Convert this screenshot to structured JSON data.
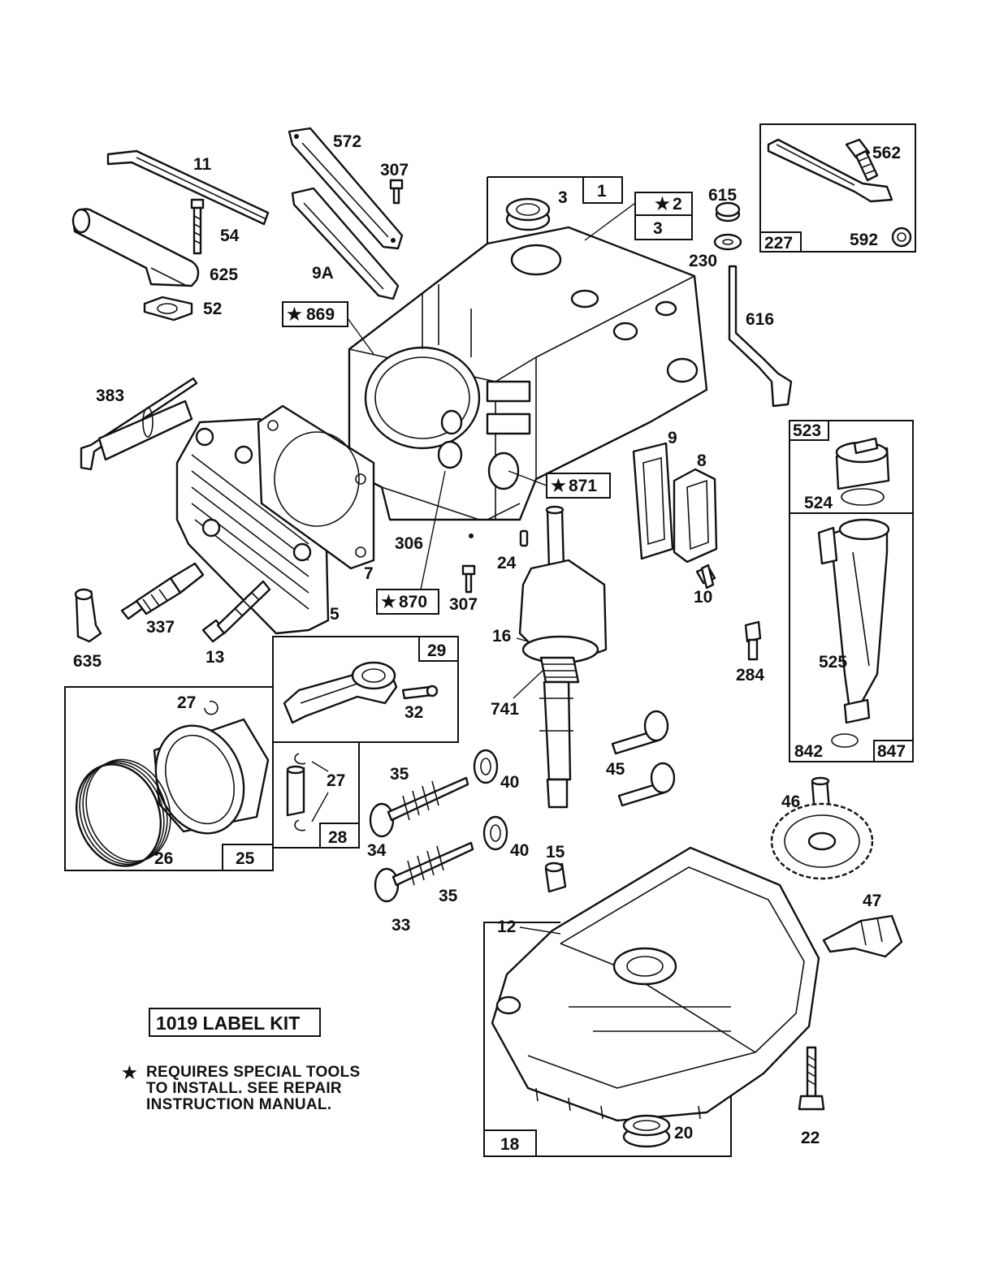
{
  "labels": {
    "p1": "1",
    "p2": "2",
    "p3a": "3",
    "p3b": "3",
    "p5": "5",
    "p7": "7",
    "p8": "8",
    "p9": "9",
    "p9a": "9A",
    "p10": "10",
    "p11": "11",
    "p12": "12",
    "p13": "13",
    "p15": "15",
    "p16": "16",
    "p18": "18",
    "p20": "20",
    "p22": "22",
    "p24": "24",
    "p25": "25",
    "p26": "26",
    "p27a": "27",
    "p27b": "27",
    "p28": "28",
    "p29": "29",
    "p32": "32",
    "p33": "33",
    "p34": "34",
    "p35a": "35",
    "p35b": "35",
    "p40a": "40",
    "p40b": "40",
    "p45": "45",
    "p46": "46",
    "p47": "47",
    "p52": "52",
    "p54": "54",
    "p227": "227",
    "p230": "230",
    "p284": "284",
    "p306": "306",
    "p307a": "307",
    "p307b": "307",
    "p337": "337",
    "p383": "383",
    "p523": "523",
    "p524": "524",
    "p525": "525",
    "p562": "562",
    "p572": "572",
    "p592": "592",
    "p615": "615",
    "p616": "616",
    "p625": "625",
    "p635": "635",
    "p741": "741",
    "p842": "842",
    "p847": "847",
    "p869": "869",
    "p870": "870",
    "p871": "871"
  },
  "label_kit": "1019 LABEL KIT",
  "footnote": {
    "symbol": "★",
    "line1": "REQUIRES SPECIAL TOOLS",
    "line2": "TO INSTALL.  SEE REPAIR",
    "line3": "INSTRUCTION MANUAL."
  },
  "special_tool_symbol": "★"
}
